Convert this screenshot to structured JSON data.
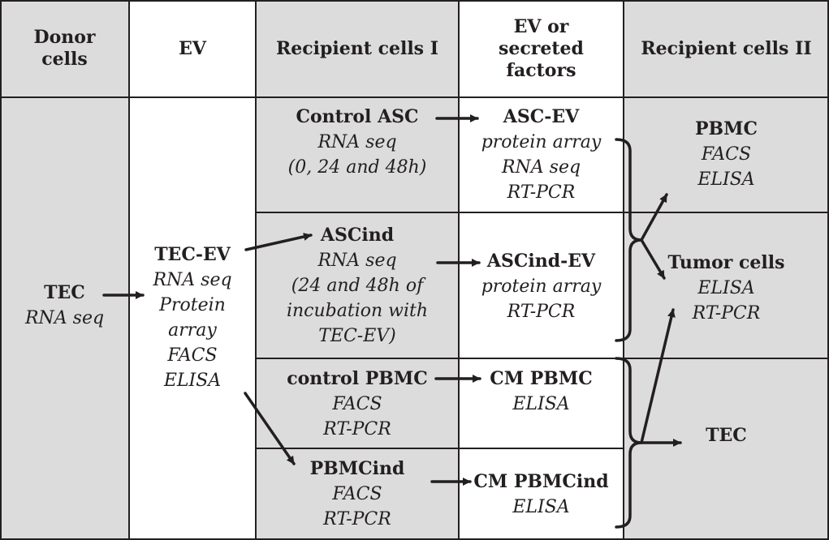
{
  "headers": {
    "donor_line1": "Donor",
    "donor_line2": "cells",
    "ev": "EV",
    "recipient1": "Recipient cells I",
    "ev_secreted_line1": "EV or",
    "ev_secreted_line2": "secreted",
    "ev_secreted_line3": "factors",
    "recipient2": "Recipient cells II"
  },
  "donor": {
    "title": "TEC",
    "lines": [
      "RNA seq"
    ]
  },
  "ev": {
    "title": "TEC-EV",
    "lines": [
      "RNA seq",
      "Protein",
      "array",
      "FACS",
      "ELISA"
    ]
  },
  "recipient1": [
    {
      "title": "Control ASC",
      "lines": [
        "RNA seq",
        "(0, 24 and 48h)"
      ]
    },
    {
      "title": "ASCind",
      "lines": [
        "RNA seq",
        "(24 and 48h of",
        "incubation with",
        "TEC-EV)"
      ]
    },
    {
      "title": "control PBMC",
      "lines": [
        "FACS",
        "RT-PCR"
      ]
    },
    {
      "title": "PBMCind",
      "lines": [
        "FACS",
        "RT-PCR"
      ]
    }
  ],
  "secreted": [
    {
      "title": "ASC-EV",
      "lines": [
        "protein array",
        "RNA seq",
        "RT-PCR"
      ]
    },
    {
      "title": "ASCind-EV",
      "lines": [
        "protein array",
        "RT-PCR"
      ]
    },
    {
      "title": "CM PBMC",
      "lines": [
        "ELISA"
      ]
    },
    {
      "title": "CM PBMCind",
      "lines": [
        "ELISA"
      ]
    }
  ],
  "recipient2": [
    {
      "title": "PBMC",
      "lines": [
        "FACS",
        "ELISA"
      ]
    },
    {
      "title": "Tumor cells",
      "lines": [
        "ELISA",
        "RT-PCR"
      ]
    },
    {
      "title": "TEC",
      "lines": []
    }
  ],
  "colors": {
    "gray_fill": "#dcdcdd",
    "white_fill": "#ffffff",
    "line": "#231f20"
  }
}
